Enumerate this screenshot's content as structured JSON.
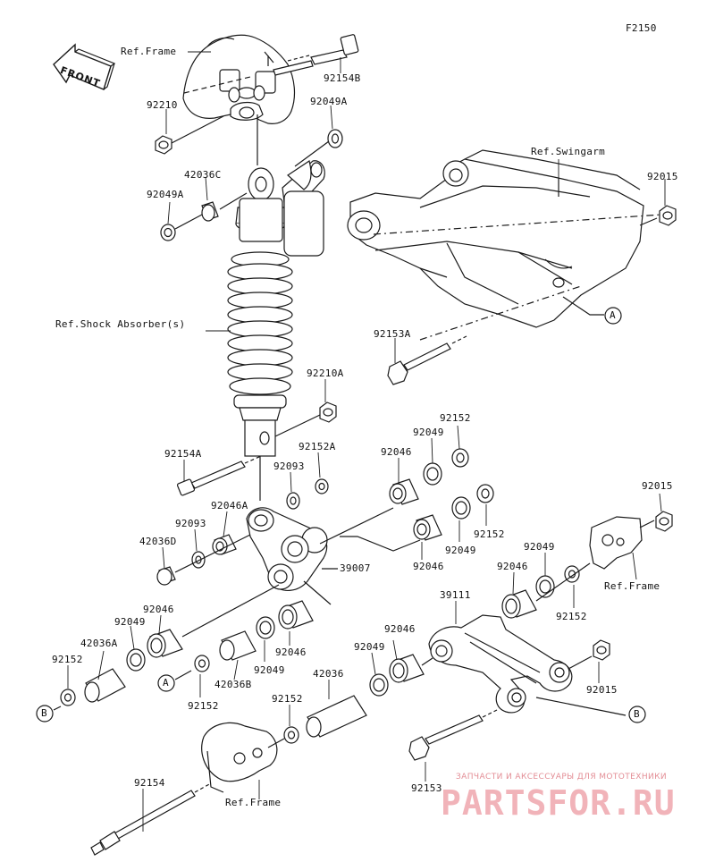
{
  "figure_code": "F2150",
  "front_arrow_label": "FRONT",
  "labels": {
    "ref_frame_top": "Ref.Frame",
    "ref_frame_right": "Ref.Frame",
    "ref_frame_bottom": "Ref.Frame",
    "ref_swingarm": "Ref.Swingarm",
    "ref_shock": "Ref.Shock Absorber(s)",
    "p92154B": "92154B",
    "p92210": "92210",
    "p92049A_top": "92049A",
    "p42036C": "42036C",
    "p92049A_left": "92049A",
    "p92015_top": "92015",
    "p92153A": "92153A",
    "p92210A": "92210A",
    "p92154A": "92154A",
    "p92152A": "92152A",
    "p92093_a": "92093",
    "p92049_a": "92049",
    "p92152_a": "92152",
    "p92046_a": "92046",
    "p92046A": "92046A",
    "p92093_b": "92093",
    "p42036D": "42036D",
    "p92152_b": "92152",
    "p92049_b": "92049",
    "p92046_b": "92046",
    "p39007": "39007",
    "p92015_mid": "92015",
    "p92049_c": "92049",
    "p92046_c": "92046",
    "p92152_c": "92152",
    "p39111": "39111",
    "p92046_d": "92046",
    "p92049_d": "92049",
    "p42036A": "42036A",
    "p92152_d": "92152",
    "p92046_e": "92046",
    "p92049_e": "92049",
    "p42036B": "42036B",
    "p92152_e": "92152",
    "p92046_f": "92046",
    "p92049_f": "92049",
    "p42036": "42036",
    "p92152_f": "92152",
    "p92015_low": "92015",
    "p92153": "92153",
    "p92154": "92154"
  },
  "callouts": {
    "a_right": "A",
    "a_left": "A",
    "b_left": "B",
    "b_right": "B"
  },
  "watermark": {
    "line1": "ЗАПЧАСТИ И АКСЕССУАРЫ ДЛЯ МОТОТЕХНИКИ",
    "line2": "PARTSFOR.RU"
  },
  "colors": {
    "line": "#1a1a1a",
    "watermark_small": "#e38d95",
    "watermark_big": "#f1b3b9"
  }
}
